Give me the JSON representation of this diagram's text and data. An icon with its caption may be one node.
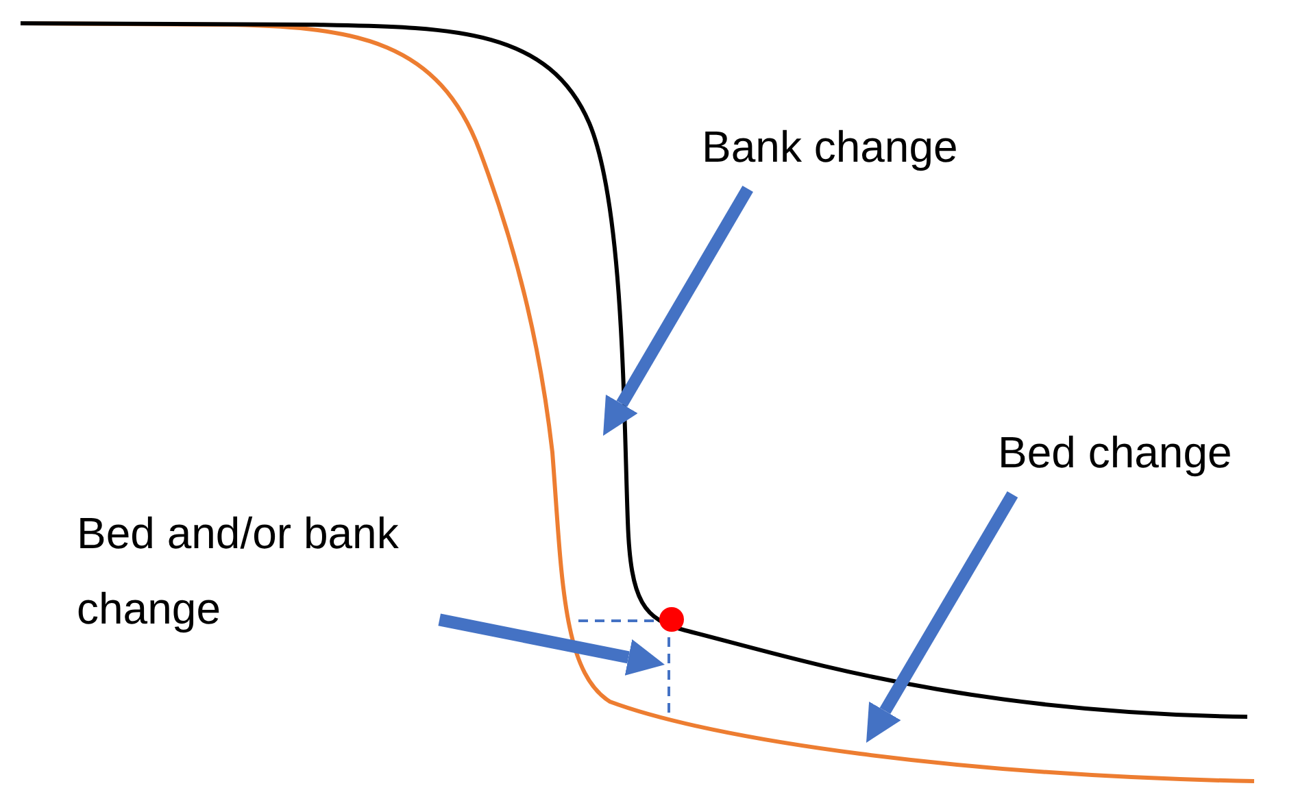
{
  "diagram": {
    "nodes": [
      {
        "text": [
          "Bank change"
        ]
      },
      {
        "text": [
          "Bed change"
        ]
      },
      {
        "text": [
          "Bed and/or bank change"
        ]
      }
    ],
    "edges": [
      {
        "from": 0,
        "to": null,
        "arrow": "to"
      },
      {
        "from": 1,
        "to": null,
        "arrow": "to"
      },
      {
        "from": 2,
        "to": null,
        "arrow": "to"
      }
    ]
  }
}
